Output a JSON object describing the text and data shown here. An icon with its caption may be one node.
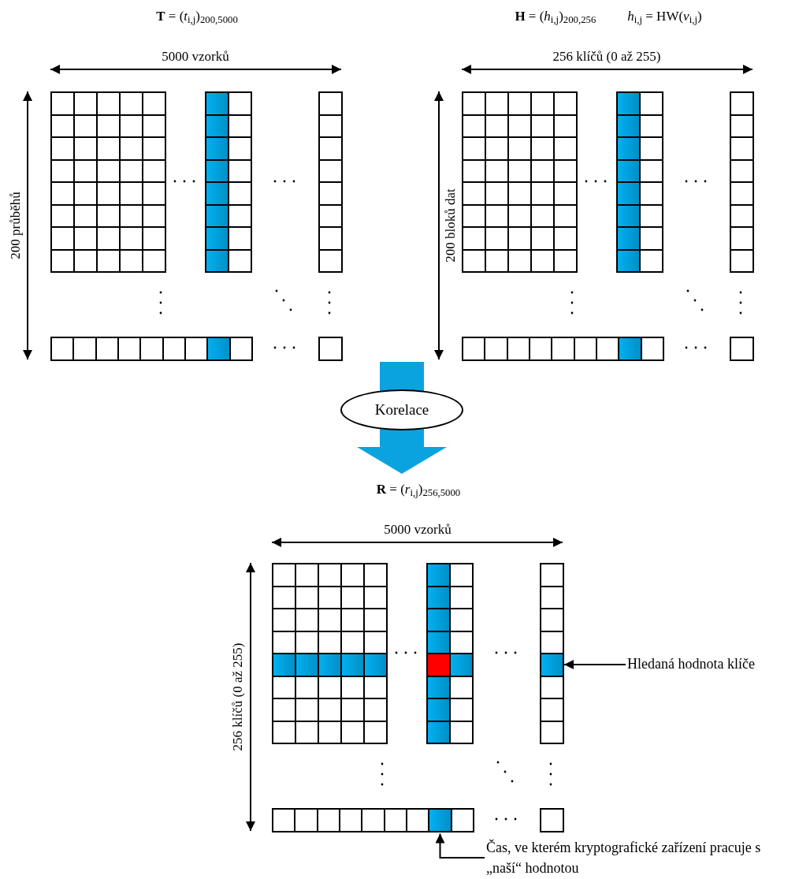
{
  "diagram": {
    "nodes": [
      {
        "text": [
          "**T** = (*t*$_{i,j}$)$_{200,5000}$"
        ]
      },
      {
        "text": [
          "**H** = (*h*$_{i,j}$)$_{200,256}$",
          "*h*$_{i,j}$ = HW(*v*$_{i,j}$)"
        ]
      },
      {
        "text": [
          "Korelace"
        ]
      },
      {
        "text": [
          "**R** = (*r*$_{i,j}$)$_{256,5000}$"
        ]
      },
      {
        "text": [
          "Hledaná hodnota klíče"
        ]
      },
      {
        "text": [],
        "shape": "box",
        "in": 3
      },
      {
        "text": [
          "Čas, ve kterém kryptografické zařízení pracuje s „naší“ hodnotou"
        ]
      },
      {
        "text": [],
        "shape": "box",
        "in": 3
      }
    ],
    "edges": [
      {
        "from": null,
        "to": 2,
        "arrow": "none",
        "style": "thick",
        "color": "#0aa3e0"
      },
      {
        "from": 2,
        "to": 3,
        "arrow": "to",
        "style": "thick",
        "color": "#0aa3e0"
      },
      {
        "from": 4,
        "to": 5,
        "arrow": "to"
      },
      {
        "from": 6,
        "to": 7,
        "arrow": "to"
      }
    ],
    "labels": [
      "5000 vzorků",
      "256 klíčů (0 až 255)",
      "200 průběhů",
      "200 bloků dat",
      "5000 vzorků",
      "256 klíčů (0 až 255)"
    ]
  }
}
